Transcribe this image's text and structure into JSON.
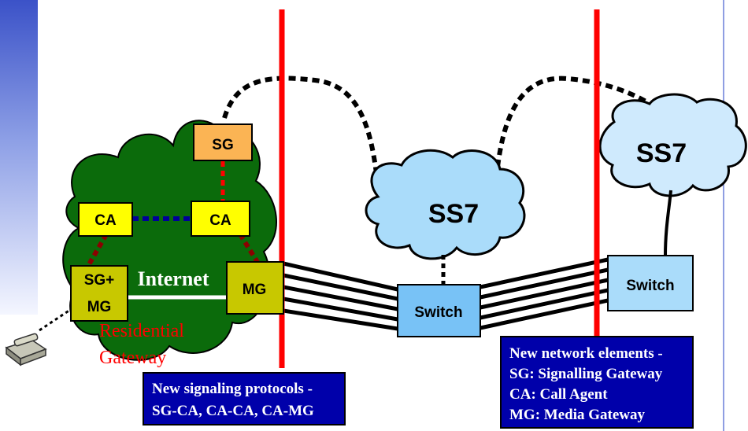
{
  "colors": {
    "cloud_green": "#0b6b0b",
    "cloud_blue": "#aadcfa",
    "red_line": "#ff0000",
    "yellow": "#ffff00",
    "orange": "#fbb454",
    "olive": "#c8c800",
    "switch_blue": "#78c2f6",
    "navy_box": "#0000aa",
    "dark_red_dash": "#8b0000",
    "blue_dash": "#000099"
  },
  "nodes": {
    "sg_top": "SG",
    "ca_left": "CA",
    "ca_right": "CA",
    "sg_mg_line1": "SG+",
    "sg_mg_line2": "MG",
    "mg": "MG",
    "switch_center": "Switch",
    "switch_right": "Switch"
  },
  "clouds": {
    "internet": "Internet",
    "ss7_center": "SS7",
    "ss7_right": "SS7"
  },
  "labels": {
    "residential_line1": "Residential",
    "residential_line2": "Gateway"
  },
  "notes": {
    "protocols_line1": "New signaling protocols -",
    "protocols_line2": "SG-CA, CA-CA, CA-MG",
    "elements_line1": "New network elements -",
    "elements_line2": "SG: Signalling Gateway",
    "elements_line3": "CA: Call Agent",
    "elements_line4": "MG: Media Gateway"
  }
}
